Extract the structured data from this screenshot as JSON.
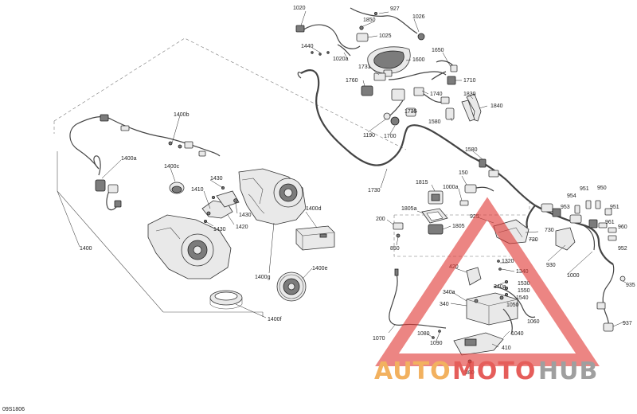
{
  "diagram_code": "09S1806",
  "labels": {
    "l927": "927",
    "l1020": "1020",
    "l1026": "1026",
    "l1850": "1850",
    "l1025": "1025",
    "l1440": "1440",
    "l1020a": "1020a",
    "l1600": "1600",
    "l1650": "1650",
    "l1731": "1731",
    "l1710": "1710",
    "l1760": "1760",
    "l1740": "1740",
    "l1830": "1830",
    "l1840": "1840",
    "l1735": "1735",
    "l1580a": "1580",
    "l1190": "1190",
    "l1700": "1700",
    "l1580b": "1580",
    "l1400b": "1400b",
    "l1400a": "1400a",
    "l1400c": "1400c",
    "l1430a": "1430",
    "l1410": "1410",
    "l1430b": "1430",
    "l1430c": "1430",
    "l1420": "1420",
    "l1400d": "1400d",
    "l1400": "1400",
    "l1400g": "1400g",
    "l1400e": "1400e",
    "l1400f": "1400f",
    "l1730": "1730",
    "l1815": "1815",
    "l150": "150",
    "l1000a": "1000a",
    "l1805a": "1805a",
    "l925": "925",
    "l200": "200",
    "l1805": "1805",
    "l850": "850",
    "l951a": "951",
    "l950": "950",
    "l954": "954",
    "l953": "953",
    "l951b": "951",
    "l961": "961",
    "l960": "960",
    "l730": "730",
    "l720": "720",
    "l952": "952",
    "l420": "420",
    "l1320": "1320",
    "l930": "930",
    "l1340": "1340",
    "l1000": "1000",
    "l340a1": "340a",
    "l340a2": "340a",
    "l1530": "1530",
    "l1550": "1550",
    "l1540": "1540",
    "l935": "935",
    "l340": "340",
    "l1050": "1050",
    "l1060": "1060",
    "l937": "937",
    "l1070": "1070",
    "l1080": "1080",
    "l1040": "1040",
    "l1090": "1090",
    "l410": "410",
    "l380": "380"
  },
  "watermark": {
    "text_auto": "AUTO",
    "text_moto": "MOTO",
    "text_hub": "HUB",
    "color_orange": "#f0a03c",
    "color_red": "#e03a36",
    "color_gray": "#8a8a8a"
  },
  "colors": {
    "line": "#333333",
    "part_fill": "#e9e9e9",
    "part_dark": "#7c7c7c",
    "background": "#ffffff"
  }
}
